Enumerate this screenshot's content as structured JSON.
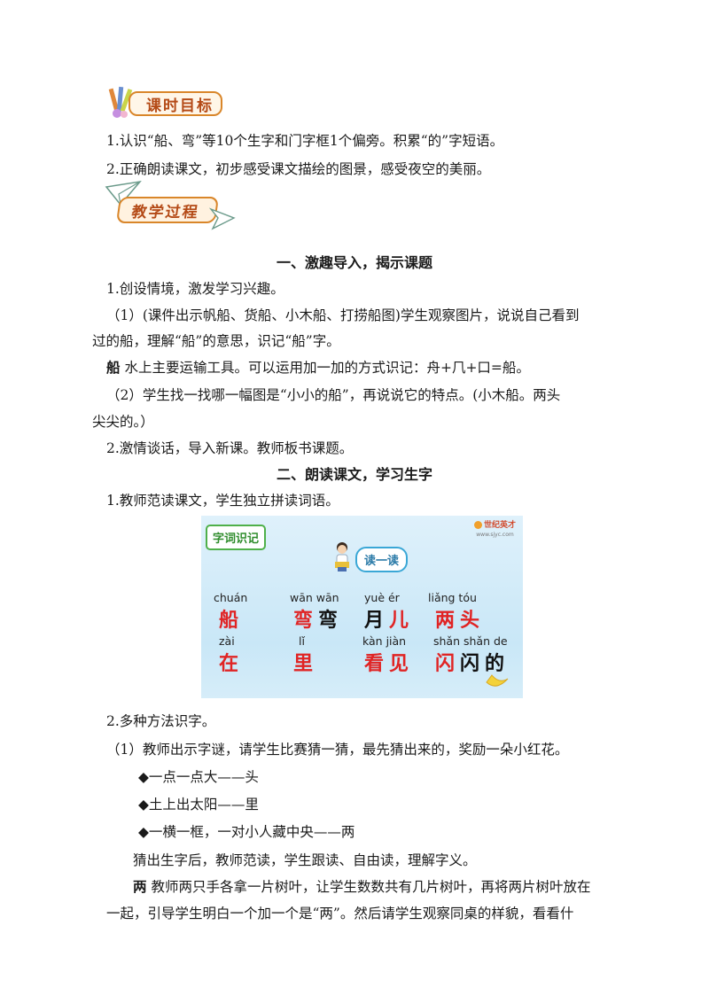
{
  "sections": {
    "goals_title": "课时目标",
    "process_title": "教学过程"
  },
  "goals": [
    "1.认识“船、弯”等10个生字和门字框1个偏旁。积累“的”字短语。",
    "2.正确朗读课文，初步感受课文描绘的图景，感受夜空的美丽。"
  ],
  "part1": {
    "heading": "一、激趣导入，揭示课题",
    "p1": "1.创设情境，激发学习兴趣。",
    "p2_line1": "（1）(课件出示帆船、货船、小木船、打捞船图)学生观察图片，说说自己看到",
    "p2_line2": "过的船，理解“船”的意思，识记“船”字。",
    "p3_char": "船",
    "p3_text": "水上主要运输工具。可以运用加一加的方式识记：舟+⺇+口=船。",
    "p4_line1": "（2）学生找一找哪一幅图是“小小的船”，再说说它的特点。(小木船。两头",
    "p4_line2": "尖尖的。）",
    "p5": "2.激情谈话，导入新课。教师板书课题。"
  },
  "part2": {
    "heading": "二、朗读课文，学习生字",
    "p1": "1.教师范读课文，学生独立拼读词语。",
    "p2": "2.多种方法识字。",
    "p3": "（1）教师出示字谜，请学生比赛猜一猜，最先猜出来的，奖励一朵小红花。",
    "riddles": [
      "◆一点一点大——头",
      "◆土上出太阳——里",
      "◆一横一框，一对小人藏中央——两"
    ],
    "p4": "猜出生字后，教师范读，学生跟读、自由读，理解字义。",
    "p5_char": "两",
    "p5_line1": "教师两只手各拿一片树叶，让学生数数共有几片树叶，再将两片树叶放在",
    "p5_line2": "一起，引导学生明白一个加一个是“两”。然后请学生观察同桌的样貌，看看什"
  },
  "panel": {
    "tag": "字词识记",
    "logo": "世纪英才",
    "logo_url": "www.sjyc.com",
    "sub": "读一读",
    "row1": [
      {
        "pinyin": "chuán",
        "chars": [
          {
            "c": "船",
            "red": true
          }
        ]
      },
      {
        "pinyin": "wān wān",
        "chars": [
          {
            "c": "弯",
            "red": true
          },
          {
            "c": "弯",
            "red": false
          }
        ]
      },
      {
        "pinyin": "yuè  ér",
        "chars": [
          {
            "c": "月",
            "red": false
          },
          {
            "c": "儿",
            "red": true
          }
        ]
      },
      {
        "pinyin": "liǎng tóu",
        "chars": [
          {
            "c": "两",
            "red": true
          },
          {
            "c": "头",
            "red": true
          }
        ]
      }
    ],
    "row2": [
      {
        "pinyin": "zài",
        "chars": [
          {
            "c": "在",
            "red": true
          }
        ]
      },
      {
        "pinyin": "lǐ",
        "chars": [
          {
            "c": "里",
            "red": true
          }
        ]
      },
      {
        "pinyin": "kàn jiàn",
        "chars": [
          {
            "c": "看",
            "red": true
          },
          {
            "c": "见",
            "red": true
          }
        ]
      },
      {
        "pinyin": "shǎn shǎn de",
        "chars": [
          {
            "c": "闪",
            "red": true
          },
          {
            "c": "闪",
            "red": false
          },
          {
            "c": "的",
            "red": false
          }
        ]
      }
    ]
  }
}
